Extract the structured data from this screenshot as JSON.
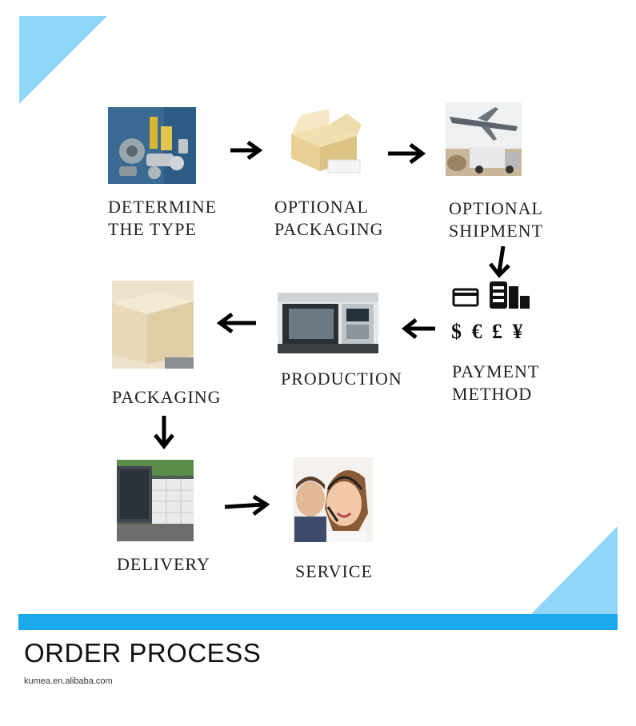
{
  "colors": {
    "accent": "#1aa9ec",
    "triangle": "#8fd6f8"
  },
  "steps": [
    {
      "id": "determine",
      "label": "DETERMINE\nTHE TYPE",
      "icon": "parts-image"
    },
    {
      "id": "optional-packaging",
      "label": "OPTIONAL\nPACKAGING",
      "icon": "carton-box-image"
    },
    {
      "id": "optional-shipment",
      "label": "OPTIONAL\nSHIPMENT",
      "icon": "airplane-truck-image"
    },
    {
      "id": "payment",
      "label": "PAYMENT\nMETHOD",
      "icon": "payment-cards-image",
      "currency_symbols": "$ € £ ¥"
    },
    {
      "id": "production",
      "label": "PRODUCTION",
      "icon": "cnc-machine-image"
    },
    {
      "id": "packaging",
      "label": "PACKAGING",
      "icon": "wooden-crate-image"
    },
    {
      "id": "delivery",
      "label": "DELIVERY",
      "icon": "container-loading-image"
    },
    {
      "id": "service",
      "label": "SERVICE",
      "icon": "call-center-agent-image"
    }
  ],
  "footer": {
    "title": "ORDER PROCESS",
    "subtitle": "kumea.en.alibaba.com"
  }
}
